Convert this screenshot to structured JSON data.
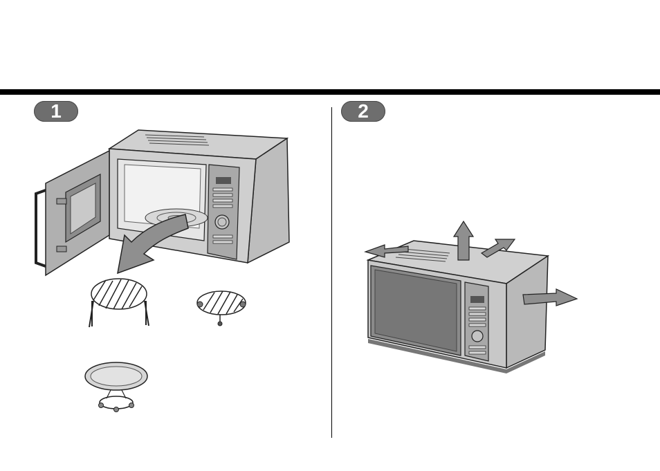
{
  "steps": [
    {
      "number": "1"
    },
    {
      "number": "2"
    }
  ],
  "colors": {
    "rule": "#000000",
    "badge": "#6e6e6e",
    "appliance_body": "#c8c8c8",
    "appliance_dark": "#8a8a8a",
    "arrow": "#8f8f8f"
  },
  "icons": [
    "microwave-open-door-illustration",
    "high-rack-illustration",
    "low-rack-illustration",
    "turntable-illustration",
    "microwave-ventilation-illustration",
    "airflow-arrow-icon"
  ]
}
